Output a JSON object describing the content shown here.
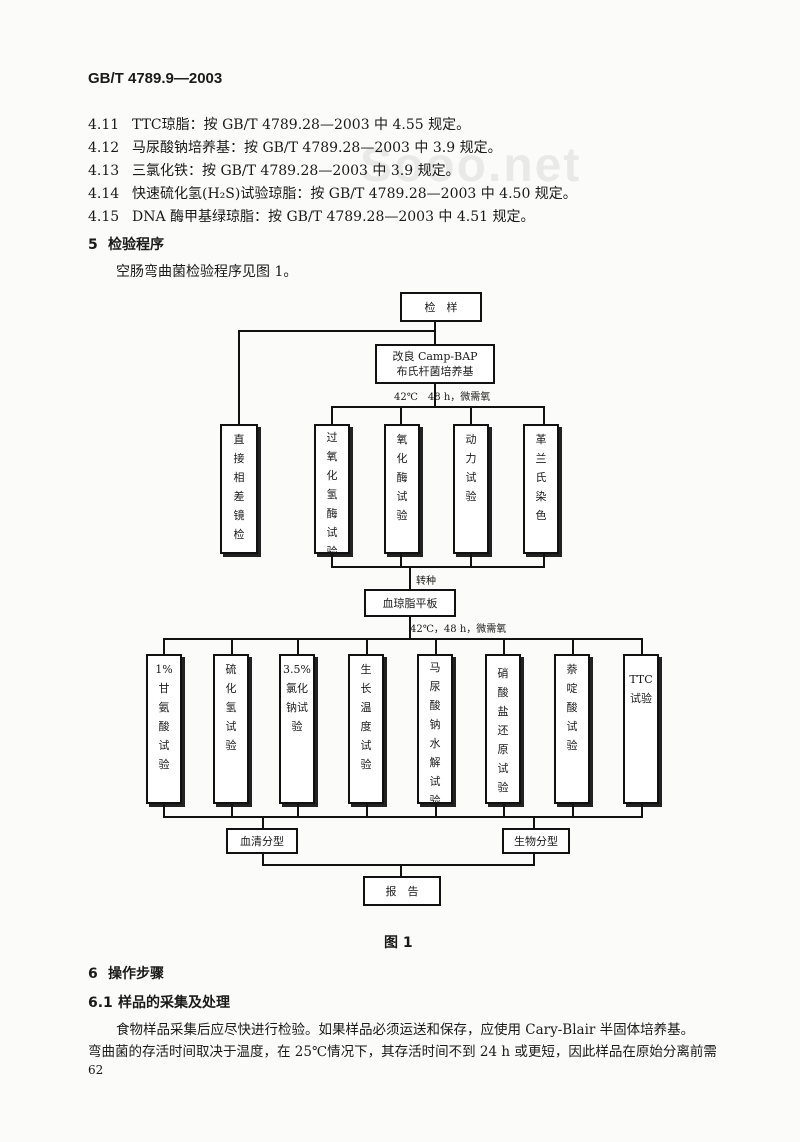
{
  "header": {
    "doc_id": "GB/T 4789.9—2003"
  },
  "watermark": "Sooo.net",
  "clauses": [
    {
      "num": "4.11",
      "text": "TTC琼脂：按 GB/T 4789.28—2003 中 4.55 规定。"
    },
    {
      "num": "4.12",
      "text": "马尿酸钠培养基：按 GB/T 4789.28—2003 中 3.9 规定。"
    },
    {
      "num": "4.13",
      "text": "三氯化铁：按 GB/T 4789.28—2003 中 3.9 规定。"
    },
    {
      "num": "4.14",
      "text": "快速硫化氢(H₂S)试验琼脂：按 GB/T 4789.28—2003 中 4.50 规定。"
    },
    {
      "num": "4.15",
      "text": "DNA 酶甲基绿琼脂：按 GB/T 4789.28—2003 中 4.51 规定。"
    }
  ],
  "section5": {
    "num": "5",
    "title": "检验程序",
    "intro": "空肠弯曲菌检验程序见图 1。"
  },
  "flow": {
    "sample": "检　样",
    "medium_line1": "改良 Camp-BAP",
    "medium_line2": "布氏杆菌培养基",
    "cond1": "42℃　48 h，微需氧",
    "direct": "直接相差镜检",
    "tests1": [
      "过氧化氢酶试验",
      "氧化酶试验",
      "动力试验",
      "革兰氏染色"
    ],
    "transfer": "转种",
    "plate": "血琼脂平板",
    "cond2": "42℃，48 h，微需氧",
    "tests2": [
      "1%甘氨酸试验",
      "硫化氢试验",
      "3.5%氯化钠试验",
      "生长温度试验",
      "马尿酸钠水解试验",
      "硝酸盐还原试验",
      "萘啶酸试验",
      "TTC试验"
    ],
    "serotype": "血清分型",
    "biotype": "生物分型",
    "report": "报　告",
    "caption": "图 1"
  },
  "section6": {
    "num": "6",
    "title": "操作步骤"
  },
  "section61": {
    "num": "6.1",
    "title": "样品的采集及处理"
  },
  "para61_line1": "食物样品采集后应尽快进行检验。如果样品必须运送和保存，应使用 Cary-Blair 半固体培养基。",
  "para61_line2": "弯曲菌的存活时间取决于温度，在 25℃情况下，其存活时间不到 24 h 或更短，因此样品在原始分离前需",
  "page_number": "62"
}
